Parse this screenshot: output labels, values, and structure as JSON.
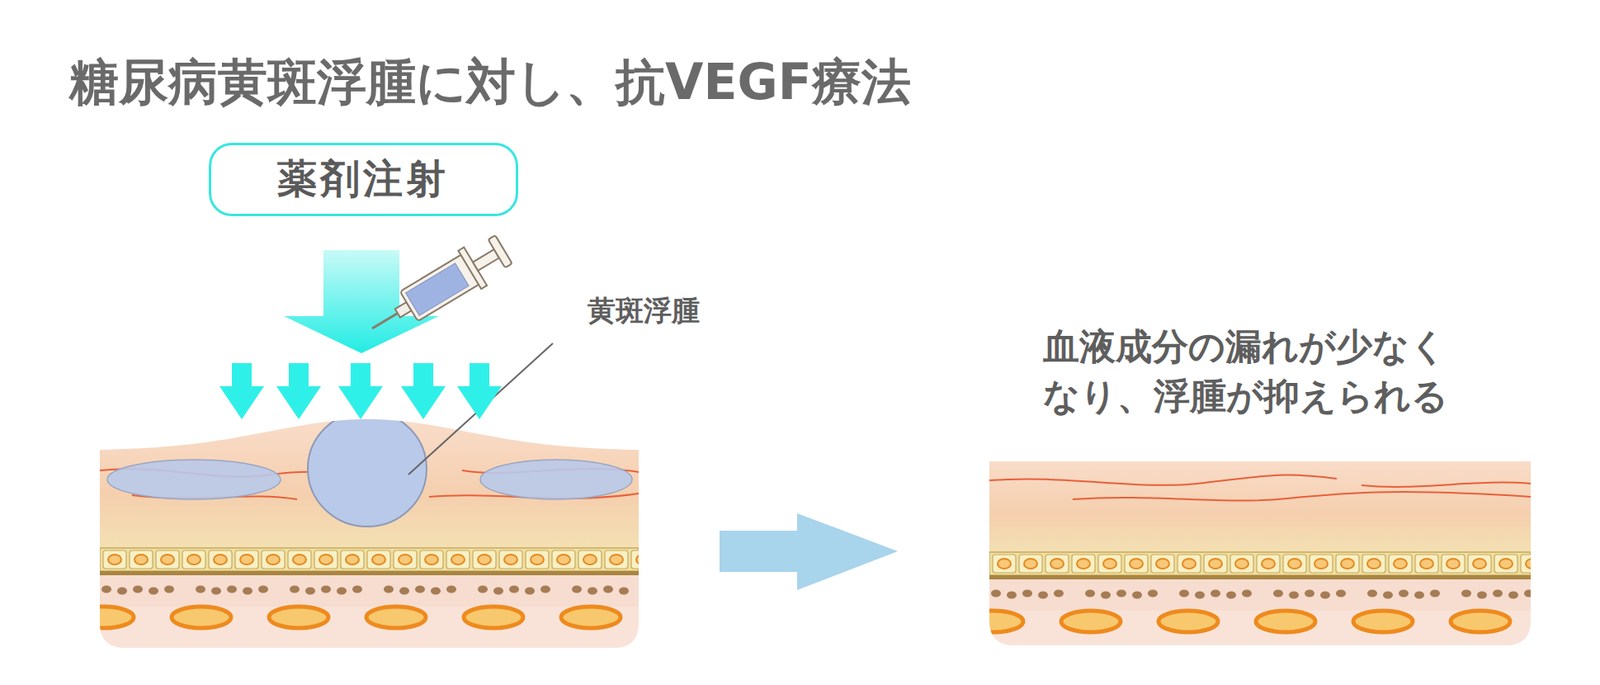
{
  "diagram": {
    "title": "糖尿病黄斑浮腫に対し、抗VEGF療法",
    "nodes": [
      {
        "text": [
          "薬剤注射"
        ]
      }
    ],
    "labels": [
      "黄斑浮腫",
      "血液成分の漏れが少なく なり、浮腫が抑えられる"
    ]
  }
}
